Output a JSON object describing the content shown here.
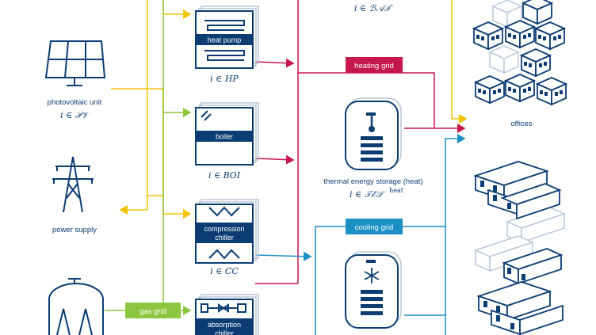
{
  "colors": {
    "navy": "#0b3d73",
    "heating": "#c7174f",
    "cooling": "#1c8fc4",
    "gas": "#8dc63f",
    "electric": "#f2c300",
    "faded": "#b8c7d9"
  },
  "sources": {
    "pv_label": "photovoltaic unit",
    "pv_set": "i ∈ 𝒫𝒱",
    "power_label": "power supply"
  },
  "units": {
    "bat_set": "i ∈ ℬ𝒜𝒯",
    "hp_label": "heat pump",
    "hp_set": "i ∈ 𝐻𝑃",
    "boiler_label": "boiler",
    "boi_set": "i ∈ 𝐵𝑂𝐼",
    "cc_label_1": "compression",
    "cc_label_2": "chiller",
    "cc_set": "i ∈ 𝐶𝐶",
    "ac_label_1": "absorption",
    "ac_label_2": "chiller"
  },
  "grids": {
    "heating": "heating grid",
    "cooling": "cooling grid",
    "gas": "gas grid"
  },
  "storage": {
    "tes_label": "thermal energy storage (heat)",
    "tes_set": "i ∈ 𝒯ℰ𝒮",
    "tes_sup": "heat"
  },
  "consumers": {
    "offices": "offices"
  }
}
